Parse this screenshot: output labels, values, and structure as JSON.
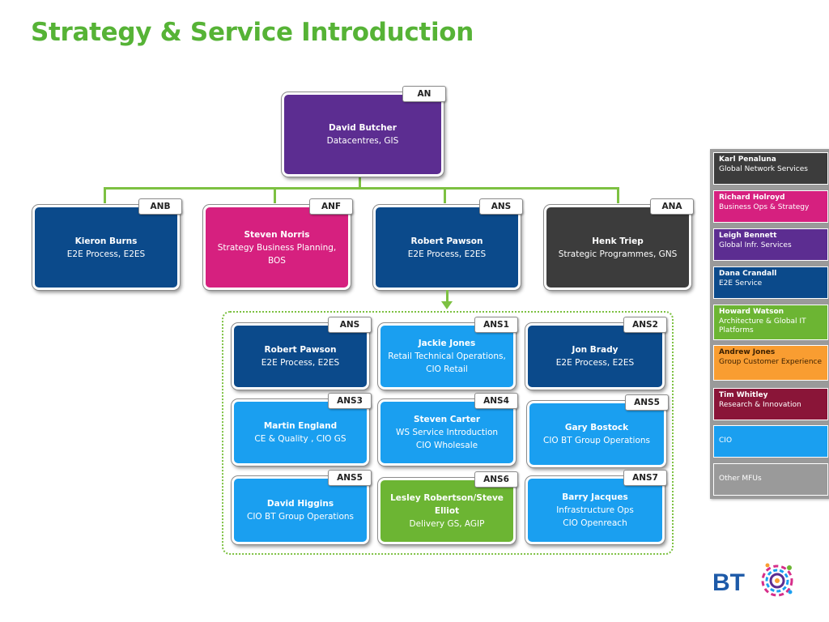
{
  "title": "Strategy & Service Introduction",
  "top": {
    "tag": "AN",
    "name": "David Butcher",
    "role": "Datacentres, GIS"
  },
  "level2": [
    {
      "tag": "ANB",
      "name": "Kieron Burns",
      "role": "E2E Process, E2ES",
      "color": "#0b4a8b"
    },
    {
      "tag": "ANF",
      "name": "Steven Norris",
      "role": "Strategy Business Planning, BOS",
      "color": "#d6207f"
    },
    {
      "tag": "ANS",
      "name": "Robert Pawson",
      "role": "E2E Process, E2ES",
      "color": "#0b4a8b"
    },
    {
      "tag": "ANA",
      "name": "Henk Triep",
      "role": "Strategic Programmes, GNS",
      "color": "#3c3c3c"
    }
  ],
  "grid": [
    {
      "tag": "ANS",
      "name": "Robert Pawson",
      "role": "E2E Process, E2ES",
      "role2": ""
    },
    {
      "tag": "ANS1",
      "name": "Jackie Jones",
      "role": "Retail Technical Operations,",
      "role2": "CIO Retail"
    },
    {
      "tag": "ANS2",
      "name": "Jon Brady",
      "role": "E2E Process, E2ES",
      "role2": ""
    },
    {
      "tag": "ANS3",
      "name": "Martin England",
      "role": "CE & Quality , CIO GS",
      "role2": ""
    },
    {
      "tag": "ANS4",
      "name": "Steven Carter",
      "role": "WS Service Introduction",
      "role2": "CIO Wholesale"
    },
    {
      "tag": "ANS5",
      "name": "Gary Bostock",
      "role": "CIO BT Group Operations",
      "role2": ""
    },
    {
      "tag": "ANS5",
      "name": "David Higgins",
      "role": "CIO BT Group Operations",
      "role2": ""
    },
    {
      "tag": "ANS6",
      "name": "Lesley Robertson/Steve Elliot",
      "role": "Delivery GS, AGIP",
      "role2": ""
    },
    {
      "tag": "ANS7",
      "name": "Barry Jacques",
      "role": "Infrastructure Ops",
      "role2": "CIO Openreach"
    }
  ],
  "legend": [
    {
      "name": "Karl Penaluna",
      "role": "Global Network Services",
      "color": "#3c3c3c"
    },
    {
      "name": "Richard Holroyd",
      "role": "Business Ops & Strategy",
      "color": "#d6207f"
    },
    {
      "name": "Leigh Bennett",
      "role": "Global Infr. Services",
      "color": "#5c2d91"
    },
    {
      "name": "Dana Crandall",
      "role": "E2E Service",
      "color": "#0b4a8b"
    },
    {
      "name": "Howard Watson",
      "role": "Architecture & Global IT Platforms",
      "color": "#6cb533"
    },
    {
      "name": "Andrew Jones",
      "role": "Group Customer Experience",
      "color": "#f99d31"
    },
    {
      "name": "Tim Whitley",
      "role": "Research & Innovation",
      "color": "#8a1538"
    },
    {
      "name": "",
      "role": "CIO",
      "color": "#1a9ff0"
    },
    {
      "name": "",
      "role": "Other MFUs",
      "color": "#9a9a9a"
    }
  ],
  "logo": {
    "text": "BT"
  }
}
